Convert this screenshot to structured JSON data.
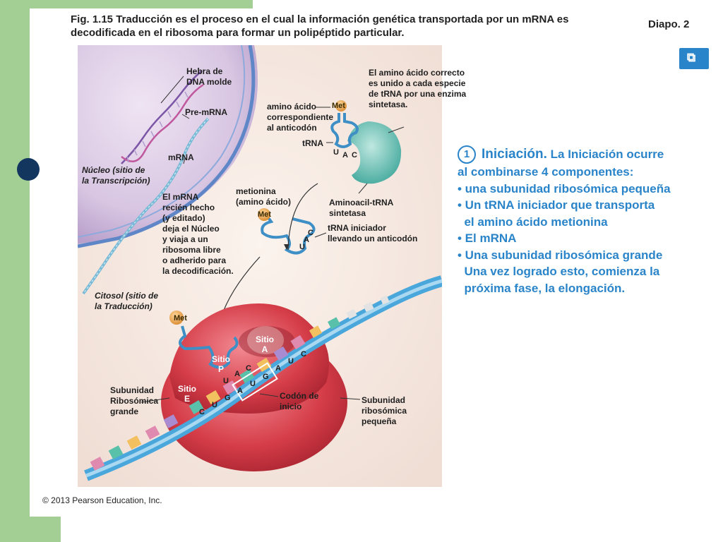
{
  "header": {
    "fig_title": "Fig. 1.15 Traducción es el proceso en el cual la información genética transportada por un mRNA es decodificada en el ribosoma para formar un polipéptido particular.",
    "slide_label": "Diapo. 2"
  },
  "diagram": {
    "labels": {
      "dna_strand": "Hebra de\nDNA molde",
      "pre_mrna": "Pre-mRNA",
      "mrna": "mRNA",
      "nucleus": "Núcleo (sitio de\nla Transcripción)",
      "mrna_journey": "El mRNA\nrecién hecho\n(y editado)\ndeja el Núcleo\ny viaja a un\nribosoma libre\no adherido para\nla decodificación.",
      "cytosol": "Citosol (sitio de\nla Traducción)",
      "amino_acid_anticodon": "amino ácido\ncorrespondiente\nal anticodón",
      "trna": "tRNA",
      "synthetase_note": "El amino ácido correcto\nes unido a cada especie\nde tRNA por una enzima\nsintetasa.",
      "synthetase": "Aminoacil-tRNA\nsintetasa",
      "methionine": "metionina\n(amino ácido)",
      "initiator_trna": "tRNA iniciador\nllevando un anticodón",
      "large_subunit": "Subunidad\nRibosómica\ngrande",
      "start_codon": "Codón de\ninicio",
      "small_subunit": "Subunidad\nribosómica\npequeña",
      "site_a": "Sitio\nA",
      "site_p": "Sitio\nP",
      "site_e": "Sitio\nE",
      "met": "Met"
    },
    "anticodon_bases": [
      "U",
      "A",
      "C"
    ],
    "start_codon_bases": [
      "A",
      "U",
      "G"
    ],
    "mrna_bases_left": [
      "C",
      "U",
      "G"
    ],
    "mrna_bases_right": [
      "A",
      "U",
      "C"
    ]
  },
  "panel": {
    "step_number": "1",
    "step_title": "Iniciación.",
    "line1_rest": " La Iniciación ocurre",
    "lines": [
      "al combinarse 4 componentes:",
      "• una subunidad ribosómica pequeña",
      "• Un tRNA iniciador que transporta",
      "  el amino ácido metionina",
      "• El mRNA",
      "• Una subunidad ribosómica grande",
      "  Una vez logrado esto, comienza la",
      "  próxima fase, la elongación."
    ]
  },
  "footer": {
    "copyright": "© 2013 Pearson Education, Inc."
  },
  "colors": {
    "accent": "#2a84c9",
    "green_frame": "#a3cf95",
    "dark_dot": "#13365f",
    "ribosome": "#cf3b45",
    "trna": "#5aa9d6",
    "synthetase": "#4fb3a8",
    "met": "#e6a44c"
  }
}
